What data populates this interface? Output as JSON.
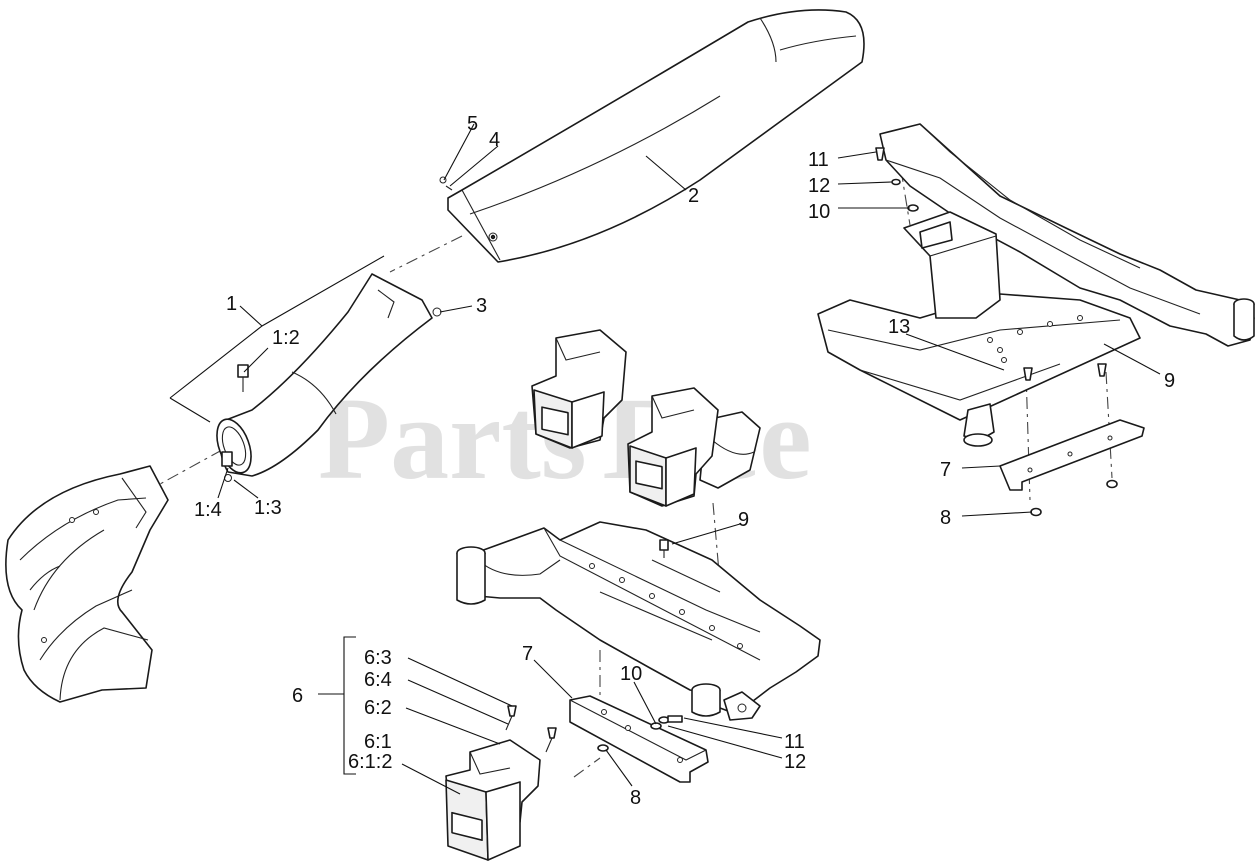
{
  "watermark": "PartsTree",
  "callouts": {
    "c1": "1",
    "c1_2": "1:2",
    "c1_3": "1:3",
    "c1_4": "1:4",
    "c2": "2",
    "c3": "3",
    "c4": "4",
    "c5": "5",
    "c6": "6",
    "c6_1": "6:1",
    "c6_1_2": "6:1:2",
    "c6_2": "6:2",
    "c6_3": "6:3",
    "c6_4": "6:4",
    "c7a": "7",
    "c7b": "7",
    "c8a": "8",
    "c8b": "8",
    "c9a": "9",
    "c9b": "9",
    "c10a": "10",
    "c10b": "10",
    "c11a": "11",
    "c11b": "11",
    "c12a": "12",
    "c12b": "12",
    "c13": "13"
  },
  "colors": {
    "line": "#1a1a1a",
    "watermark": "#c9c9c9",
    "part_fill": "#ffffff",
    "dark_fill": "#2a2a2a"
  }
}
